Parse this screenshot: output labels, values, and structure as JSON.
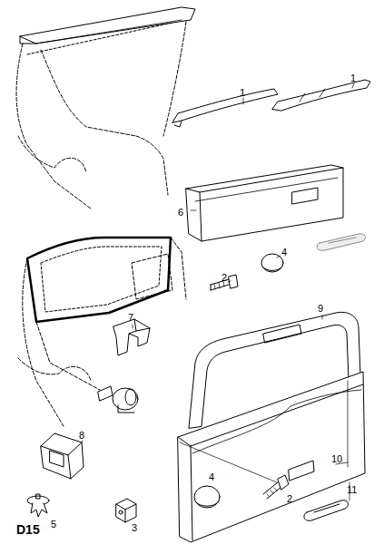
{
  "diagram": {
    "labels": [
      "1",
      "1",
      "6",
      "4",
      "2",
      "7",
      "9",
      "8",
      "10",
      "11",
      "2",
      "4",
      "5",
      "3",
      "D15"
    ]
  }
}
